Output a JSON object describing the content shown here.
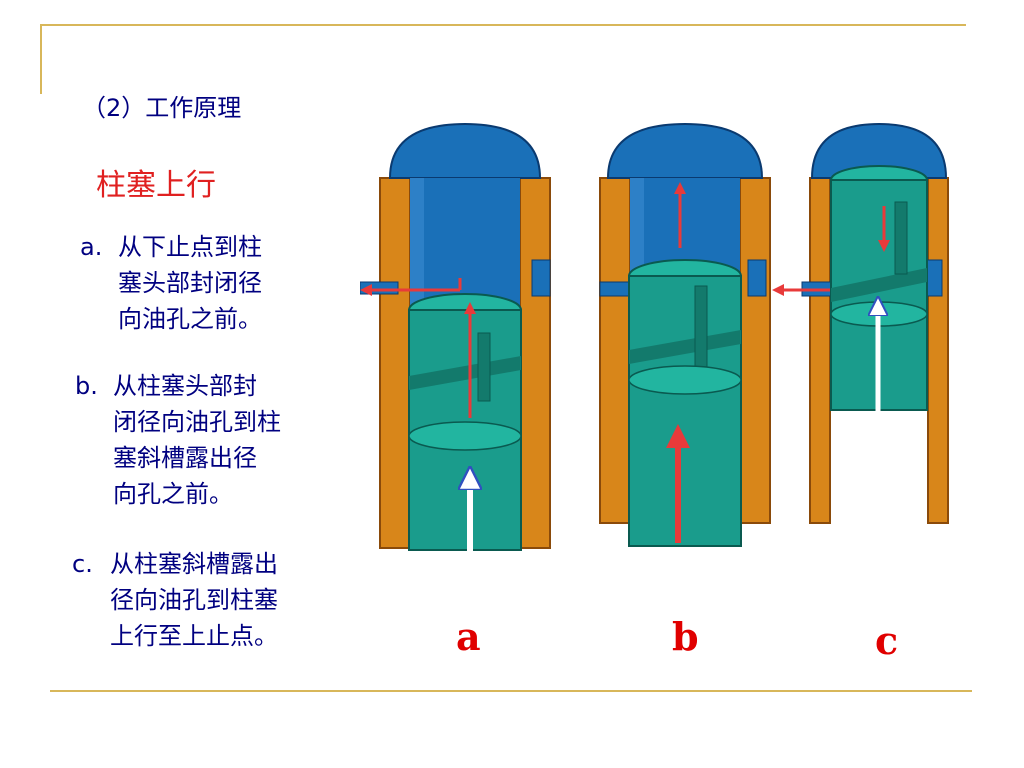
{
  "heading": "（2）工作原理",
  "subheading": "柱塞上行",
  "items": [
    {
      "marker": "a.",
      "lines": [
        "从下止点到柱",
        "塞头部封闭径",
        "向油孔之前。"
      ]
    },
    {
      "marker": "b.",
      "lines": [
        "从柱塞头部封",
        "闭径向油孔到柱",
        "塞斜槽露出径",
        "向孔之前。"
      ]
    },
    {
      "marker": "c.",
      "lines": [
        "从柱塞斜槽露出",
        "径向油孔到柱塞",
        "上行至上止点。"
      ]
    }
  ],
  "panel_labels": [
    "a",
    "b",
    "c"
  ],
  "colors": {
    "frame": "#d8b75a",
    "body_text": "#000080",
    "accent": "#e02020",
    "barrel": "#d8861a",
    "cavity": "#1a70b8",
    "plunger": "#1a9c8c",
    "arrow_red": "#e83a3a",
    "arrow_white": "#ffffff"
  }
}
